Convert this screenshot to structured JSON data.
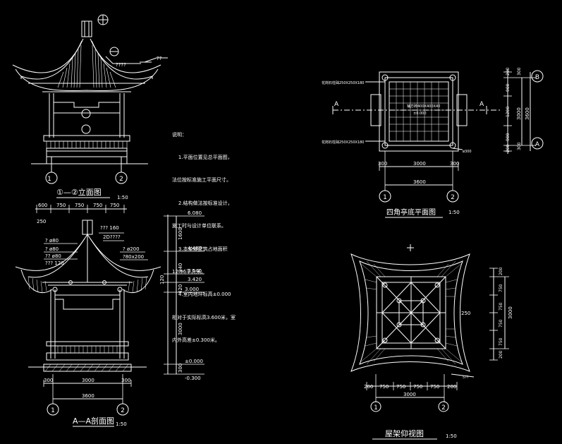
{
  "titles": {
    "elevation": "①—②立面图",
    "section": "A—A剖面图",
    "plan": "四角亭底平面图",
    "roof": "屋架仰视图",
    "scale": "1:50"
  },
  "notes": [
    "说明：",
    "    1.平面位置见总平面图，",
    "法位按标准施工平面尺寸。",
    "    2.结构做法按标准设计，",
    "施工时与设计单位联系。",
    "    3.本单体建筑占地面积",
    "12.96平方米。",
    "    4.室内地坪标高±0.000",
    "相对于实际标高3.600米，室",
    "内外高差±0.300米。"
  ],
  "elevation": {
    "axis_1": "1",
    "axis_2": "2",
    "labels": [
      "????",
      "??"
    ]
  },
  "section": {
    "axis_1": "1",
    "axis_2": "2",
    "top_dims": [
      "600",
      "750",
      "750",
      "750",
      "750"
    ],
    "left_dim": "250",
    "callouts": [
      "? ø80",
      "? ø80",
      "?? ø80",
      "??? 120",
      "??? 160",
      "2D????",
      "? ø200",
      "?80x200"
    ],
    "levels": [
      "6.080",
      "4.480",
      "3.540",
      "3.420",
      "3.000",
      "±0.000",
      "-0.300"
    ],
    "side_dims": [
      "1600",
      "940",
      "120",
      "420",
      "3000",
      "300"
    ],
    "bottom_dims": [
      "300",
      "3000",
      "300",
      "3600"
    ]
  },
  "plan": {
    "axis_A": "A",
    "axis_B": "B",
    "axis_1": "1",
    "axis_2": "2",
    "cut_mark": "A",
    "top_note": "花岗石柱础250X250X180",
    "bottom_note": "花岗石柱础250X250X180",
    "floor_note": "铺方砖400X400X40",
    "floor_level": "±0.000",
    "corner_note": "ø300",
    "bottom_dims": [
      "300",
      "3000",
      "300",
      "3600"
    ],
    "right_dims": [
      "200",
      "300",
      "900",
      "1200",
      "900",
      "300",
      "200",
      "3000",
      "3600"
    ]
  },
  "roof": {
    "axis_1": "1",
    "axis_2": "2",
    "center_note": "250",
    "side_note": "5??",
    "bottom_dims": [
      "200",
      "750",
      "750",
      "750",
      "750",
      "200",
      "3000"
    ],
    "right_dims": [
      "200",
      "750",
      "750",
      "750",
      "750",
      "200",
      "3000"
    ]
  }
}
